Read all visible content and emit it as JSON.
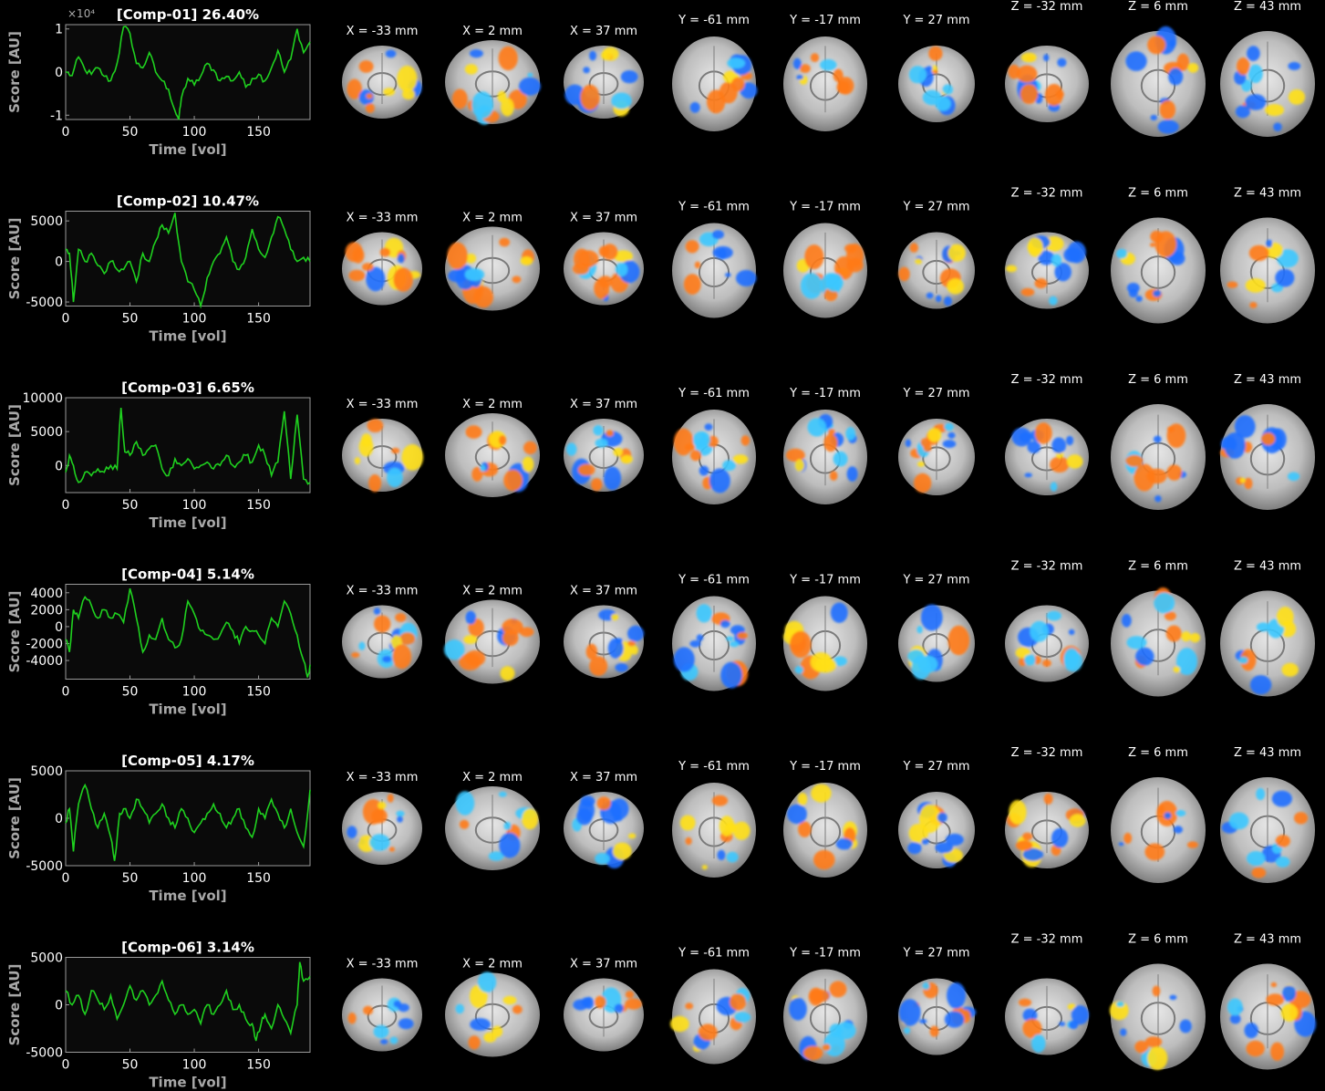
{
  "slice_labels": {
    "sagittal": [
      "X = -33 mm",
      "X = 2 mm",
      "X = 37 mm"
    ],
    "coronal": [
      "Y = -61 mm",
      "Y = -17 mm",
      "Y = 27 mm"
    ],
    "axial": [
      "Z = -32 mm",
      "Z = 6 mm",
      "Z = 43 mm"
    ]
  },
  "colors": {
    "background": "#000000",
    "trace": "#1fd11f",
    "axes": "#9a9a9a",
    "brain": "#b8b8b8",
    "positive": "#ff7a1a",
    "positive_strong": "#ffe01a",
    "negative": "#1e6fff",
    "negative_strong": "#3cc8ff"
  },
  "chart_data": [
    {
      "type": "line",
      "title": "[Comp-01] 26.40%",
      "xlabel": "Time [vol]",
      "ylabel": "Score [AU]",
      "xlim": [
        0,
        190
      ],
      "ylim": [
        -11000,
        11000
      ],
      "xticks": [
        0,
        50,
        100,
        150
      ],
      "yticks": [
        -10000,
        0,
        10000
      ],
      "ytick_labels": [
        "-1",
        "0",
        "1"
      ],
      "exponent_label": "×10⁴",
      "x": [
        0,
        5,
        10,
        15,
        20,
        25,
        30,
        35,
        40,
        45,
        50,
        55,
        60,
        65,
        70,
        75,
        80,
        85,
        88,
        90,
        95,
        100,
        105,
        110,
        115,
        120,
        125,
        130,
        135,
        140,
        145,
        150,
        155,
        160,
        165,
        170,
        175,
        180,
        185,
        190
      ],
      "values": [
        0,
        -800,
        3500,
        500,
        -500,
        1000,
        -1000,
        -2000,
        2000,
        10500,
        9000,
        2000,
        1000,
        4500,
        0,
        -2000,
        -4000,
        -9000,
        -11000,
        -6000,
        -1500,
        -3000,
        -1000,
        2000,
        500,
        -2000,
        -1000,
        -2000,
        0,
        -3500,
        -1500,
        -500,
        -2000,
        1000,
        5000,
        0,
        3000,
        10000,
        4500,
        7000
      ]
    },
    {
      "type": "line",
      "title": "[Comp-02] 10.47%",
      "xlabel": "Time [vol]",
      "ylabel": "Score [AU]",
      "xlim": [
        0,
        190
      ],
      "ylim": [
        -5500,
        6200
      ],
      "xticks": [
        0,
        50,
        100,
        150
      ],
      "yticks": [
        -5000,
        0,
        5000
      ],
      "ytick_labels": [
        "-5000",
        "0",
        "5000"
      ],
      "x": [
        0,
        3,
        6,
        10,
        15,
        20,
        25,
        30,
        35,
        40,
        45,
        50,
        55,
        60,
        65,
        70,
        75,
        80,
        85,
        90,
        95,
        100,
        105,
        110,
        115,
        120,
        125,
        130,
        135,
        140,
        145,
        150,
        155,
        160,
        165,
        170,
        175,
        180,
        185,
        190
      ],
      "values": [
        1500,
        1000,
        -5000,
        1500,
        0,
        1000,
        -500,
        -1500,
        0,
        -1000,
        -1000,
        0,
        -2500,
        1000,
        0,
        2500,
        4500,
        3500,
        6000,
        0,
        -2500,
        -3500,
        -5500,
        -2000,
        0,
        1000,
        3000,
        0,
        -1000,
        500,
        4000,
        1500,
        500,
        3000,
        5500,
        4000,
        1500,
        0,
        500,
        0
      ]
    },
    {
      "type": "line",
      "title": "[Comp-03] 6.65%",
      "xlabel": "Time [vol]",
      "ylabel": "Score [AU]",
      "xlim": [
        0,
        190
      ],
      "ylim": [
        -4000,
        10000
      ],
      "xticks": [
        0,
        50,
        100,
        150
      ],
      "yticks": [
        0,
        5000,
        10000
      ],
      "ytick_labels": [
        "0",
        "5000",
        "10000"
      ],
      "x": [
        0,
        3,
        6,
        10,
        15,
        20,
        25,
        30,
        35,
        40,
        43,
        46,
        50,
        55,
        60,
        65,
        70,
        75,
        80,
        85,
        90,
        95,
        100,
        105,
        110,
        115,
        120,
        125,
        130,
        135,
        140,
        145,
        150,
        155,
        160,
        165,
        170,
        175,
        180,
        185,
        190
      ],
      "values": [
        -1000,
        1500,
        0,
        -2500,
        -1000,
        -1500,
        -500,
        -1000,
        0,
        -500,
        8500,
        2000,
        1500,
        3500,
        1500,
        2500,
        3000,
        -500,
        -1500,
        1000,
        0,
        1000,
        -500,
        0,
        500,
        -500,
        0,
        1500,
        0,
        500,
        1500,
        500,
        3000,
        1500,
        -1500,
        500,
        8000,
        -2000,
        7500,
        -2000,
        -2500
      ]
    },
    {
      "type": "line",
      "title": "[Comp-04] 5.14%",
      "xlabel": "Time [vol]",
      "ylabel": "Score [AU]",
      "xlim": [
        0,
        190
      ],
      "ylim": [
        -6200,
        5000
      ],
      "xticks": [
        0,
        50,
        100,
        150
      ],
      "yticks": [
        -4000,
        -2000,
        0,
        2000,
        4000
      ],
      "ytick_labels": [
        "-4000",
        "-2000",
        "0",
        "2000",
        "4000"
      ],
      "x": [
        0,
        3,
        6,
        10,
        15,
        20,
        25,
        30,
        35,
        40,
        45,
        50,
        55,
        60,
        65,
        70,
        75,
        80,
        85,
        90,
        95,
        100,
        105,
        110,
        115,
        120,
        125,
        130,
        135,
        140,
        145,
        150,
        155,
        160,
        165,
        170,
        175,
        180,
        185,
        188,
        190
      ],
      "values": [
        -1500,
        -3000,
        2000,
        1000,
        3500,
        2500,
        1000,
        2000,
        1000,
        1500,
        500,
        4500,
        1000,
        -3000,
        -1000,
        -1500,
        1000,
        -1500,
        -2500,
        -1500,
        3000,
        1500,
        -500,
        -1000,
        -1500,
        -1000,
        500,
        -500,
        -2000,
        0,
        -500,
        -1000,
        -2000,
        1000,
        0,
        3000,
        1500,
        -1000,
        -4000,
        -6000,
        -4500
      ]
    },
    {
      "type": "line",
      "title": "[Comp-05] 4.17%",
      "xlabel": "Time [vol]",
      "ylabel": "Score [AU]",
      "xlim": [
        0,
        190
      ],
      "ylim": [
        -5000,
        5000
      ],
      "xticks": [
        0,
        50,
        100,
        150
      ],
      "yticks": [
        -5000,
        0,
        5000
      ],
      "ytick_labels": [
        "-5000",
        "0",
        "5000"
      ],
      "x": [
        0,
        3,
        6,
        10,
        15,
        20,
        25,
        30,
        35,
        38,
        42,
        45,
        50,
        55,
        60,
        65,
        70,
        75,
        80,
        85,
        90,
        95,
        100,
        105,
        110,
        115,
        120,
        125,
        130,
        135,
        140,
        145,
        150,
        155,
        160,
        165,
        170,
        175,
        180,
        185,
        190
      ],
      "values": [
        -500,
        1000,
        -3500,
        1500,
        3500,
        1000,
        -1000,
        500,
        -2000,
        -4500,
        500,
        1000,
        0,
        2000,
        1000,
        -500,
        500,
        1500,
        0,
        -1000,
        1000,
        0,
        -1500,
        -500,
        500,
        1500,
        500,
        -1000,
        0,
        1000,
        -1000,
        -2000,
        1000,
        0,
        2000,
        500,
        -1000,
        1000,
        -1500,
        -3000,
        3000
      ]
    },
    {
      "type": "line",
      "title": "[Comp-06] 3.14%",
      "xlabel": "Time [vol]",
      "ylabel": "Score [AU]",
      "xlim": [
        0,
        190
      ],
      "ylim": [
        -5000,
        5000
      ],
      "xticks": [
        0,
        50,
        100,
        150
      ],
      "yticks": [
        -5000,
        0,
        5000
      ],
      "ytick_labels": [
        "-5000",
        "0",
        "5000"
      ],
      "x": [
        0,
        5,
        10,
        15,
        20,
        25,
        30,
        35,
        40,
        45,
        50,
        55,
        60,
        65,
        70,
        75,
        80,
        85,
        90,
        95,
        100,
        105,
        110,
        115,
        120,
        125,
        130,
        135,
        140,
        145,
        148,
        152,
        155,
        160,
        165,
        170,
        175,
        180,
        182,
        185,
        190
      ],
      "values": [
        1500,
        0,
        1000,
        -1000,
        1500,
        500,
        -500,
        1000,
        -1500,
        0,
        2000,
        500,
        1500,
        0,
        1000,
        2500,
        500,
        -1000,
        0,
        -1000,
        -500,
        -2000,
        0,
        -1000,
        0,
        1500,
        -500,
        0,
        -1500,
        -2000,
        -3800,
        -2000,
        -1000,
        -2500,
        0,
        -1500,
        -3000,
        0,
        4500,
        2500,
        3000
      ]
    }
  ]
}
